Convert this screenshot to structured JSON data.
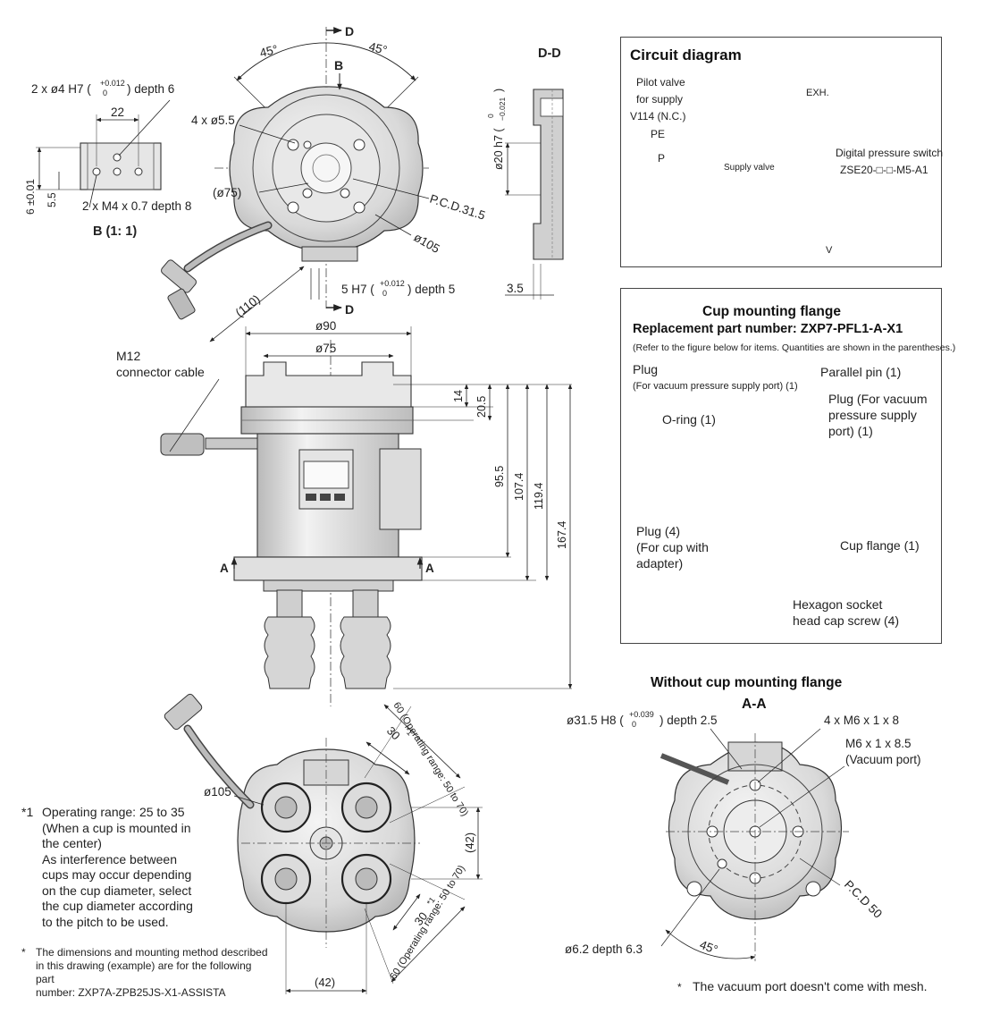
{
  "top_view": {
    "angle_left": "45°",
    "angle_right": "45°",
    "section_d_top": "D",
    "section_d_bottom": "D",
    "view_b_marker": "B",
    "holes_4x": "4 x ø5.5",
    "dia_75": "(ø75)",
    "pcd": "P.C.D.31.5",
    "dia_105": "ø105",
    "len_110": "(110)",
    "h7_note": "5 H7 (+0.012/0) depth 5",
    "h7_base": "5 H7 (",
    "h7_tol_up": "+0.012",
    "h7_tol_lo": "0",
    "h7_tail": ") depth 5"
  },
  "detail_b": {
    "pin_note": "2 x ø4 H7 (+0.012/0) depth 6",
    "pin_base": "2 x ø4 H7 (",
    "pin_tol_up": "+0.012",
    "pin_tol_lo": "0",
    "pin_tail": ") depth 6",
    "dim_22": "22",
    "thread_note": "2 x M4 x 0.7 depth 8",
    "dim_6": "6 ±0.01",
    "dim_55": "5.5",
    "title": "B (1: 1)"
  },
  "section_dd": {
    "title": "D-D",
    "dia_20": "ø20 h7 (0/−0.021)",
    "dia_20_base": "ø20 h7 (",
    "dia_20_up": "0",
    "dia_20_lo": "−0.021",
    "dia_20_tail": ")",
    "dim_35": "3.5"
  },
  "circuit": {
    "title": "Circuit diagram",
    "pilot_valve": [
      "Pilot valve",
      "for supply",
      "V114 (N.C.)"
    ],
    "pe": "PE",
    "p": "P",
    "supply_valve": "Supply valve",
    "exh": "EXH.",
    "switch_title": "Digital pressure switch",
    "switch_part": "ZSE20-□-□-M5-A1",
    "v": "V"
  },
  "flange": {
    "title": "Cup mounting flange",
    "replacement": "Replacement part number: ZXP7-PFL1-A-X1",
    "refer": "(Refer to the figure below for items. Quantities are shown in the parentheses.)",
    "plug_vac_supply": [
      "Plug",
      "(For vacuum pressure supply port) (1)"
    ],
    "parallel_pin": "Parallel pin (1)",
    "plug_vac_supply2": [
      "Plug (For vacuum",
      "pressure supply",
      "port) (1)"
    ],
    "oring": "O-ring (1)",
    "plug_cup": [
      "Plug (4)",
      "(For cup with",
      "adapter)"
    ],
    "cup_flange": "Cup flange (1)",
    "hex_screw": [
      "Hexagon socket",
      "head cap screw (4)"
    ]
  },
  "side_view": {
    "dia_90": "ø90",
    "dia_75": "ø75",
    "m12": [
      "M12",
      "connector cable"
    ],
    "dim_14": "14",
    "dim_205": "20.5",
    "dim_955": "95.5",
    "dim_1074": "107.4",
    "dim_1194": "119.4",
    "dim_1674": "167.4",
    "section_a_left": "A",
    "section_a_right": "A"
  },
  "bottom_view": {
    "range_top": "60 (Operating range: 50 to 70)",
    "pitch_top": "30",
    "star_top": "*1",
    "dia_105": "ø105",
    "dim_42_v": "(42)",
    "pitch_bottom": "30",
    "star_bottom": "*1",
    "range_bottom": "60 (Operating range: 50 to 70)",
    "dim_42_h": "(42)"
  },
  "notes": {
    "note1_mark": "*1",
    "note1": [
      "Operating range: 25 to 35",
      "(When a cup is mounted in",
      "the center)",
      "As interference between",
      "cups may occur depending",
      "on the cup diameter, select",
      "the cup diameter according",
      "to the pitch to be used."
    ],
    "note2_mark": "*",
    "note2": [
      "The dimensions and mounting method described",
      "in this drawing (example) are for the following part",
      "number: ZXP7A-ZPB25JS-X1-ASSISTA"
    ]
  },
  "without_flange": {
    "title": "Without cup mounting flange",
    "section": "A-A",
    "bore_note": "ø31.5 H8 (+0.039/0) depth 2.5",
    "bore_base": "ø31.5 H8 (",
    "bore_up": "+0.039",
    "bore_lo": "0",
    "bore_tail": ") depth 2.5",
    "m6_4x": "4 x M6 x 1 x 8",
    "m6_vac": [
      "M6 x 1 x 8.5",
      "(Vacuum port)"
    ],
    "pcd50": "P.C.D 50",
    "angle45": "45°",
    "dia62": "ø6.2 depth 6.3",
    "mesh_mark": "*",
    "mesh_note": "The vacuum port doesn't come with mesh."
  }
}
